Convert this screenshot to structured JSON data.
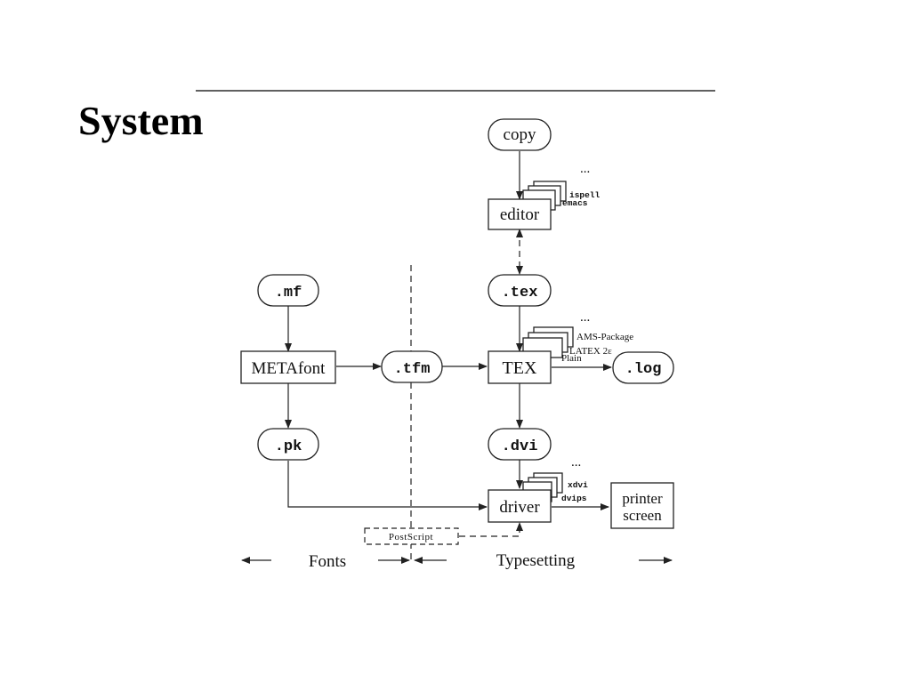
{
  "slide": {
    "title": "System"
  },
  "diagram": {
    "nodes": {
      "copy": "copy",
      "editor": "editor",
      "tex_file": ".tex",
      "tex": "TEX",
      "log": ".log",
      "dvi": ".dvi",
      "driver": "driver",
      "printer_line1": "printer",
      "printer_line2": "screen",
      "mf": ".mf",
      "metafont": "METAfont",
      "tfm": ".tfm",
      "pk": ".pk",
      "postscript": "PostScript"
    },
    "editor_stack": {
      "items": [
        "ispell",
        "emacs"
      ],
      "more": "..."
    },
    "tex_stack": {
      "items": [
        "AMS-Package",
        "LATEX 2ε",
        "Plain"
      ],
      "more": "..."
    },
    "driver_stack": {
      "items": [
        "xdvi",
        "dvips"
      ],
      "more": "..."
    },
    "sections": {
      "fonts": "Fonts",
      "typesetting": "Typesetting"
    }
  }
}
